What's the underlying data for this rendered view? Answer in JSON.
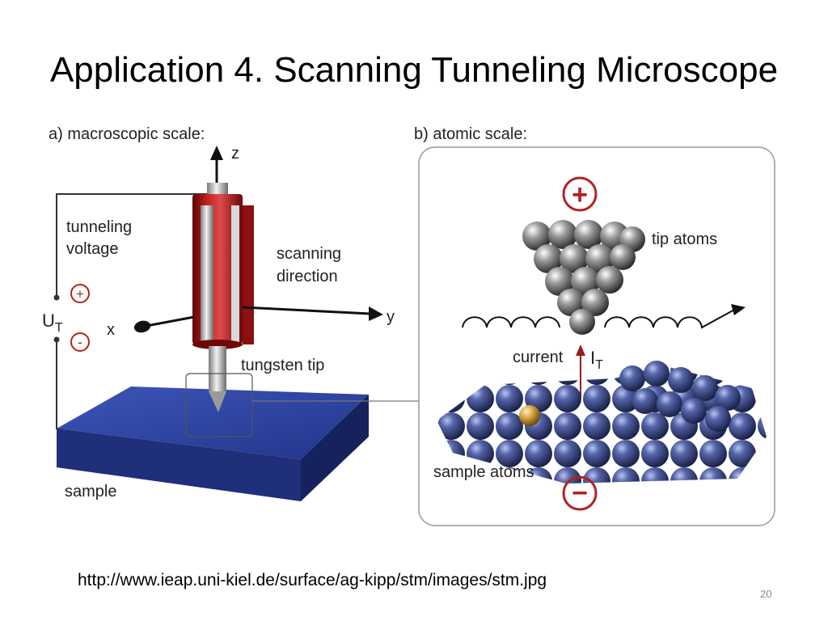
{
  "slide": {
    "title": "Application 4. Scanning Tunneling Microscope",
    "source_url": "http://www.ieap.uni-kiel.de/surface/ag-kipp/stm/images/stm.jpg",
    "page_number": "20"
  },
  "figure": {
    "panel_a": {
      "heading": "a) macroscopic scale:",
      "axis_z": "z",
      "axis_y": "y",
      "axis_x": "x",
      "voltage_label_line1": "tunneling",
      "voltage_label_line2": "voltage",
      "voltage_symbol": "U",
      "voltage_subscript": "T",
      "plus_sign": "+",
      "minus_sign": "-",
      "scanning_line1": "scanning",
      "scanning_line2": "direction",
      "tip_label": "tungsten tip",
      "sample_label": "sample"
    },
    "panel_b": {
      "heading": "b) atomic scale:",
      "plus_sign": "+",
      "minus_sign": "−",
      "tip_atoms_label": "tip atoms",
      "current_label": "current",
      "current_symbol": "I",
      "current_subscript": "T",
      "sample_atoms_label": "sample atoms"
    }
  },
  "colors": {
    "sample_blue": "#2a3f9a",
    "piezo_red": "#b51a1a",
    "atom_gray": "#7a7a7a",
    "accent_red": "#b22222"
  }
}
